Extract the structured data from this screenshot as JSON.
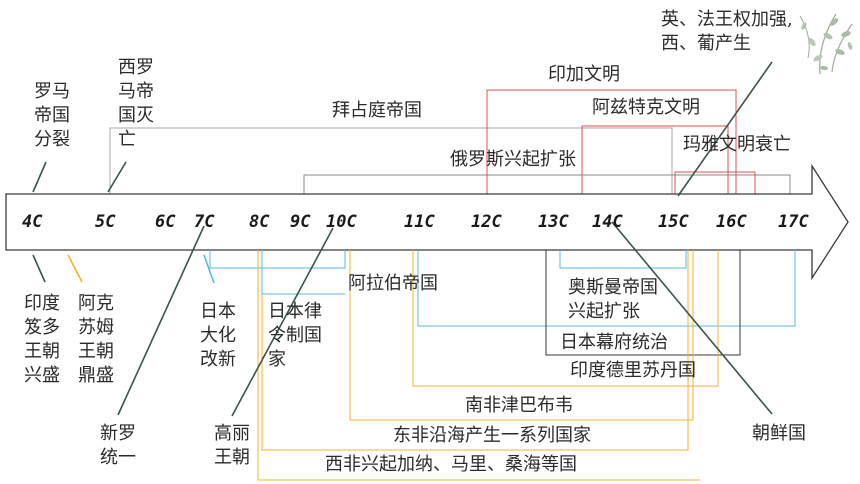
{
  "centuries": [
    "4C",
    "5C",
    "6C",
    "7C",
    "8C",
    "9C",
    "10C",
    "11C",
    "12C",
    "13C",
    "14C",
    "15C",
    "16C",
    "17C"
  ],
  "events_top": {
    "rome_split": "罗马\n帝国\n分裂",
    "west_rome_fall": "西罗\n马帝\n国灭\n亡",
    "byzantine": "拜占庭帝国",
    "russia": "俄罗斯兴起扩张",
    "inca": "印加文明",
    "aztec": "阿兹特克文明",
    "maya": "玛雅文明衰亡",
    "kingship": "英、法王权加强,\n西、葡产生"
  },
  "events_bottom": {
    "gupta": "印度\n笈多\n王朝\n兴盛",
    "aksum": "阿克\n苏姆\n王朝\n鼎盛",
    "silla": "新罗\n统一",
    "taika": "日本\n大化\n改新",
    "ritsuryo": "日本律\n令制国\n家",
    "goryeo": "高丽\n王朝",
    "arab": "阿拉伯帝国",
    "ottoman": "奥斯曼帝国\n兴起扩张",
    "shogunate": "日本幕府统治",
    "delhi": "印度德里苏丹国",
    "zimbabwe": "南非津巴布韦",
    "east_africa": "东非沿海产生一系列国家",
    "west_africa": "西非兴起加纳、马里、桑海等国",
    "joseon": "朝鲜国"
  },
  "colors": {
    "arrow_stroke": "#3a3a3a",
    "red": "#d9534f",
    "gray": "#8a8a8a",
    "blue": "#5bb8e0",
    "orange": "#f0b429",
    "green_line": "#3d5447"
  },
  "decor": "plant-illustration"
}
